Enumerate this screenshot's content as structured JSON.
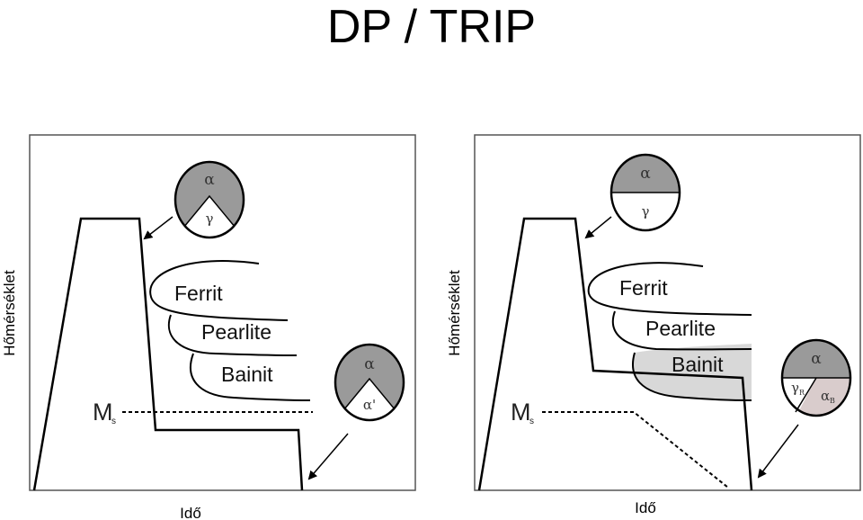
{
  "title": "DP / TRIP",
  "left": {
    "ylabel": "Hőmérséklet",
    "xlabel": "Idő",
    "ferrit": "Ferrit",
    "pearlite": "Pearlite",
    "bainit": "Bainit",
    "ms": "M",
    "ms_sub": "s",
    "top_circle": {
      "upper": "α",
      "lower": "γ"
    },
    "bottom_circle": {
      "upper": "α",
      "lower": "α'"
    }
  },
  "right": {
    "ylabel": "Hőmérséklet",
    "xlabel": "Idő",
    "ferrit": "Ferrit",
    "pearlite": "Pearlite",
    "bainit": "Bainit",
    "ms": "M",
    "ms_sub": "s",
    "top_circle": {
      "upper": "α",
      "lower": "γ"
    },
    "bottom_circle": {
      "upper": "α",
      "left": "γ",
      "left_sub": "R",
      "right": "α",
      "right_sub": "B"
    }
  },
  "colors": {
    "phase_gray": "#9a9a9a",
    "bainite_fill": "#d8d8d8",
    "alpha_b_fill": "#d9cccc"
  }
}
